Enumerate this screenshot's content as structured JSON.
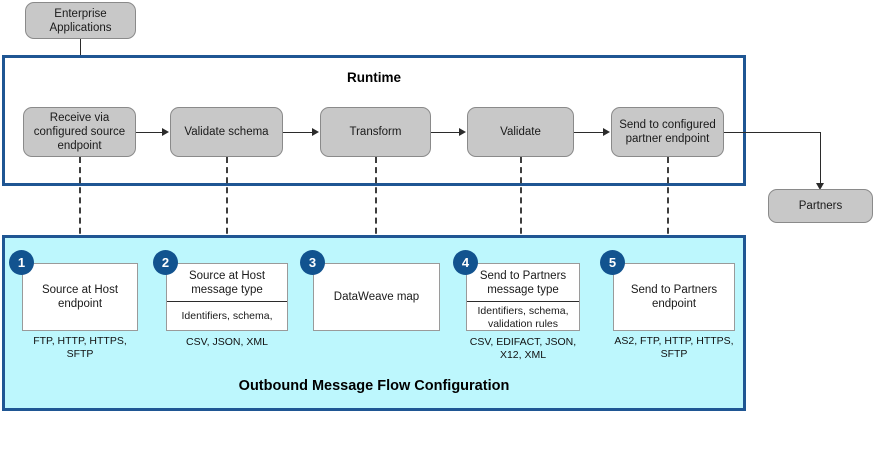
{
  "diagram": {
    "title": "Outbound Message Flow Configuration",
    "runtime_label": "Runtime",
    "colors": {
      "frame_border": "#1f5693",
      "config_fill": "#bdf7fd",
      "node_fill": "#c8c8c8",
      "badge_fill": "#12538f",
      "connector": "#2b2b2b"
    }
  },
  "external": {
    "source": "Enterprise Applications",
    "target": "Partners"
  },
  "runtime": {
    "label": "Runtime",
    "steps": [
      {
        "label": "Receive via configured source endpoint"
      },
      {
        "label": "Validate schema"
      },
      {
        "label": "Transform"
      },
      {
        "label": "Validate"
      },
      {
        "label": "Send to configured partner endpoint"
      }
    ]
  },
  "configuration": {
    "title": "Outbound Message Flow Configuration",
    "cards": [
      {
        "number": "1",
        "title": "Source at Host endpoint",
        "sub": "",
        "caption": "FTP, HTTP, HTTPS, SFTP"
      },
      {
        "number": "2",
        "title": "Source at Host message type",
        "sub": "Identifiers, schema,",
        "caption": "CSV, JSON, XML"
      },
      {
        "number": "3",
        "title": "DataWeave map",
        "sub": "",
        "caption": ""
      },
      {
        "number": "4",
        "title": "Send to Partners message type",
        "sub": "Identifiers, schema, validation rules",
        "caption": "CSV, EDIFACT, JSON, X12, XML"
      },
      {
        "number": "5",
        "title": "Send to Partners endpoint",
        "sub": "",
        "caption": "AS2, FTP, HTTP, HTTPS, SFTP"
      }
    ]
  }
}
